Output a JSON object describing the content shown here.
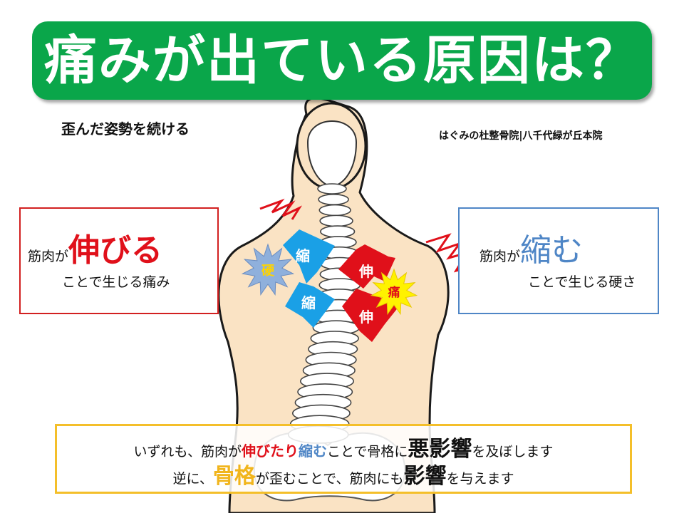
{
  "title": "痛みが出ている原因は？",
  "subtitle": "歪んだ姿勢を続ける",
  "clinic": "はぐみの杜整骨院|八千代緑が丘本院",
  "left_box": {
    "prefix": "筋肉が",
    "emphasis": "伸びる",
    "suffix": "ことで生じる痛み"
  },
  "right_box": {
    "prefix": "筋肉が",
    "emphasis": "縮む",
    "suffix": "ことで生じる硬さ"
  },
  "diagram_labels": {
    "contract": "縮",
    "stretch": "伸",
    "stiff": "硬",
    "pain": "痛"
  },
  "bottom": {
    "line1": {
      "a": "いずれも、筋肉が",
      "b": "伸びたり",
      "c": "縮む",
      "d": "ことで骨格に",
      "e": "悪影響",
      "f": "を及ぼします"
    },
    "line2": {
      "a": "逆に、",
      "b": "骨格",
      "c": "が歪むことで、筋肉にも",
      "d": "影響",
      "e": "を与えます"
    }
  },
  "colors": {
    "banner": "#0aa64a",
    "red": "#e0101a",
    "blue": "#4f86c6",
    "yellow": "#f4bf2a",
    "skin": "#fae3c4",
    "arrow_blue": "#1aa0e6",
    "burst_blue": "#8fb0dc",
    "burst_yellow": "#fff200"
  }
}
